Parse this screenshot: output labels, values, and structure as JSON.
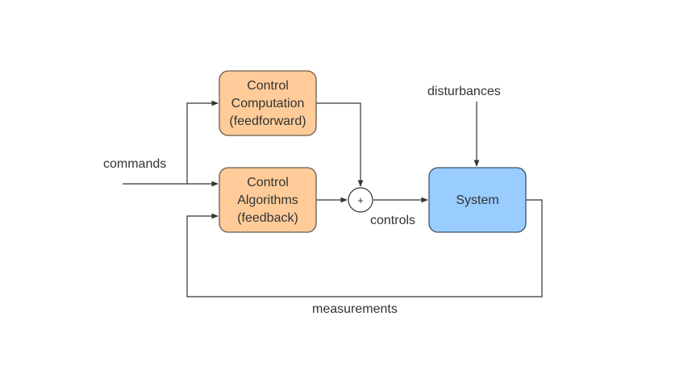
{
  "diagram": {
    "colors": {
      "block_fill": "#FFCC99",
      "block_stroke": "#6b5a4a",
      "system_fill": "#99CCFF",
      "system_stroke": "#3d5166",
      "line": "#333333"
    },
    "blocks": {
      "feedforward": {
        "lines": [
          "Control",
          "Computation",
          "(feedforward)"
        ]
      },
      "feedback": {
        "lines": [
          "Control",
          "Algorithms",
          "(feedback)"
        ]
      },
      "system": {
        "label": "System"
      }
    },
    "summing_junction": {
      "symbol": "+"
    },
    "labels": {
      "commands": "commands",
      "disturbances": "disturbances",
      "controls": "controls",
      "measurements": "measurements"
    }
  }
}
